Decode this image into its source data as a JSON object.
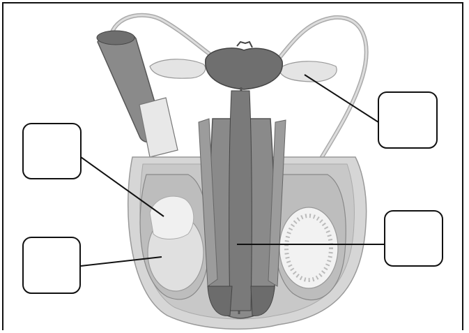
{
  "diagram": {
    "labels": [
      {
        "id": "label-upper-left",
        "text": ""
      },
      {
        "id": "label-lower-left",
        "text": ""
      },
      {
        "id": "label-upper-right",
        "text": ""
      },
      {
        "id": "label-lower-right",
        "text": ""
      }
    ]
  }
}
